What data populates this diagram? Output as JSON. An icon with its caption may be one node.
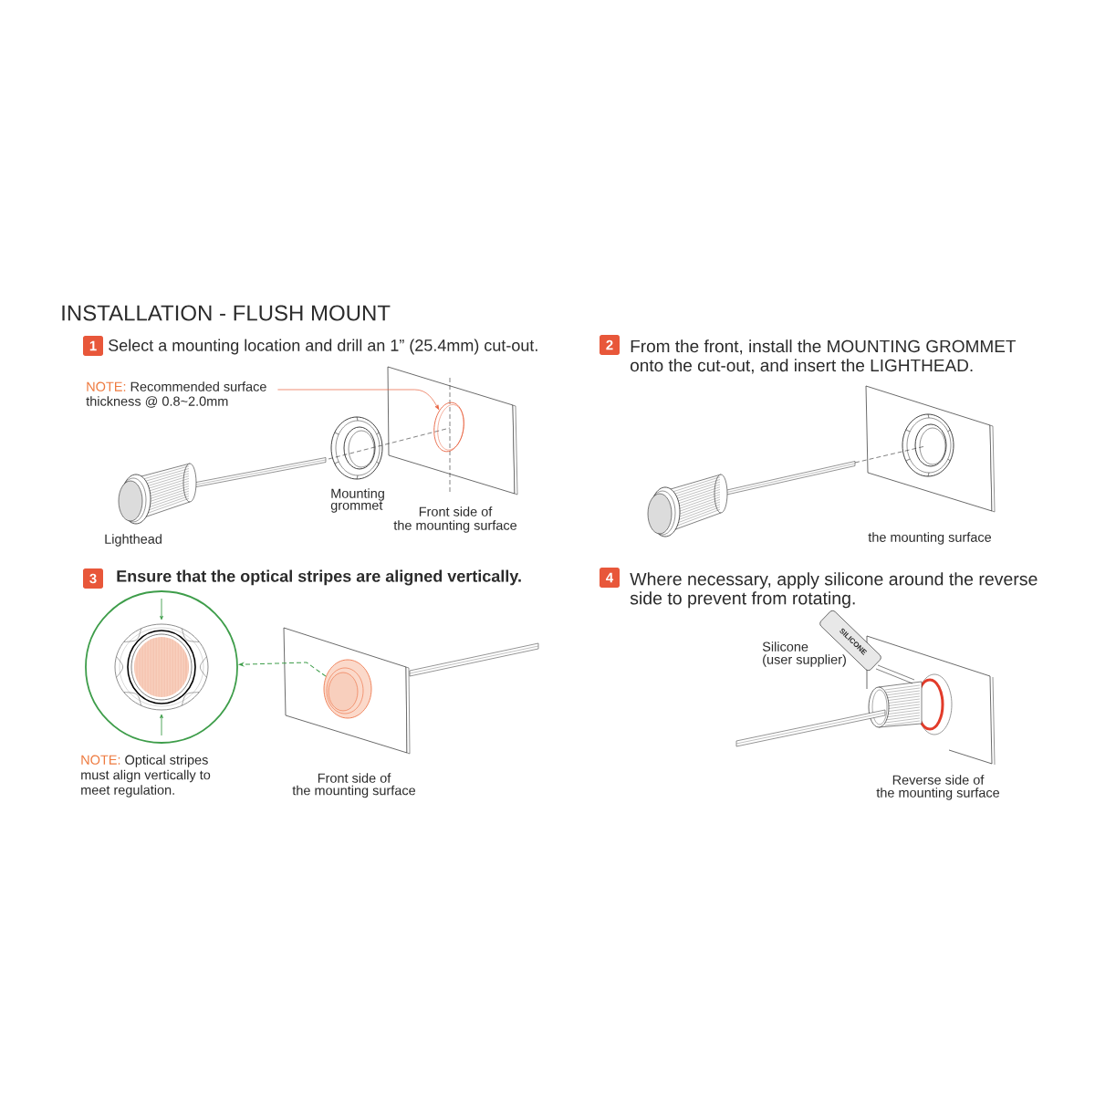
{
  "diagram": {
    "title": "INSTALLATION - FLUSH MOUNT",
    "nodes": [
      {
        "text": [
          "1"
        ],
        "beside": [
          "Select a mounting location and drill an 1” (25.4mm) cut-out."
        ]
      },
      {
        "text": [
          "NOTE:",
          "Recommended surface thickness @ 0.8~2.0mm"
        ]
      },
      {
        "text": [],
        "shape": "circle"
      },
      {
        "text": [
          "2"
        ],
        "beside": [
          "From the front, install the MOUNTING GROMMET onto the cut-out, and insert the LIGHTHEAD."
        ]
      },
      {
        "text": [
          "3"
        ]
      },
      {
        "text": [],
        "shape": "circle",
        "beside": [
          "NOTE:",
          "Optical stripes must align vertically to meet regulation."
        ]
      },
      {
        "text": [],
        "shape": "picture"
      },
      {
        "text": [
          "4"
        ],
        "beside": [
          "Where necessary, apply silicone around the reverse side to prevent from rotating."
        ]
      }
    ],
    "edges": [
      {
        "from": 1,
        "to": 2,
        "arrow": "to",
        "color": "#e8603c"
      },
      {
        "from": 6,
        "to": 5,
        "arrow": "to",
        "style": "dashed",
        "color": "#3e9d4a"
      }
    ],
    "labels": [
      "Mounting grommet",
      "Front side of the mounting surface",
      "Lighthead",
      "the mounting surface",
      "Ensure that the optical stripes are aligned vertically.",
      "Front side of the mounting surface",
      "SILICONE",
      "Silicone (user supplier)",
      "Reverse side of the mounting surface"
    ]
  }
}
